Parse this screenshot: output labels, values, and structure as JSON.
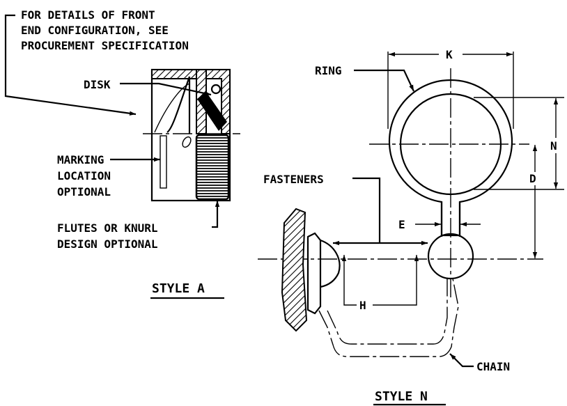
{
  "labels": {
    "note_line1": "FOR DETAILS OF FRONT",
    "note_line2": "END CONFIGURATION, SEE",
    "note_line3": "PROCUREMENT SPECIFICATION",
    "disk": "DISK",
    "marking_line1": "MARKING",
    "marking_line2": "LOCATION",
    "marking_line3": "OPTIONAL",
    "flutes_line1": "FLUTES OR KNURL",
    "flutes_line2": "DESIGN OPTIONAL",
    "style_a": "STYLE A",
    "ring": "RING",
    "dim_k": "K",
    "dim_n": "N",
    "dim_d": "D",
    "dim_e": "E",
    "dim_h": "H",
    "fasteners": "FASTENERS",
    "chain": "CHAIN",
    "style_n": "STYLE N"
  }
}
